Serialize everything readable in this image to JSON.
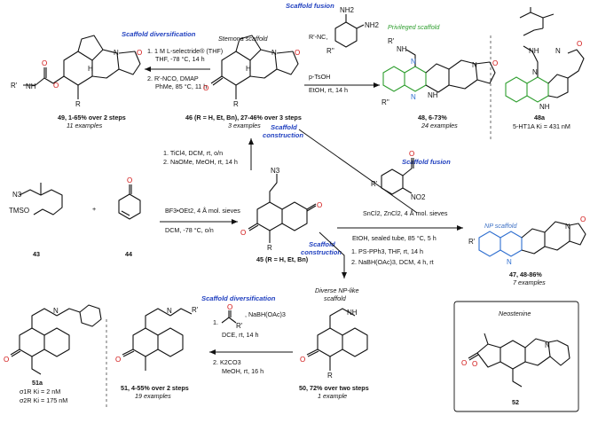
{
  "headers": {
    "scaffold_fusion_top": "Scaffold fusion",
    "scaffold_diversification_top": "Scaffold diversification",
    "stemona_scaffold": "Stemona scaffold",
    "privileged_scaffold": "Privileged scaffold",
    "scaffold_construction_mid": "Scaffold",
    "scaffold_construction_mid2": "construction",
    "scaffold_fusion_mid": "Scaffold fusion",
    "np_scaffold": "NP scaffold",
    "scaffold_construction_low": "Scaffold",
    "scaffold_construction_low2": "construction",
    "diverse_np_like": "Diverse NP-like",
    "diverse_np_like2": "scaffold",
    "scaffold_diversification_bottom": "Scaffold diversification",
    "neostenine": "Neostenine"
  },
  "conditions": {
    "c49_1": "1. 1 M L-selectride® (THF)",
    "c49_2": "THF, -78 °C, 14 h",
    "c49_3": "2. R'-NCO, DMAP",
    "c49_4": "PhMe, 85 °C, 11 h",
    "c48_1": "R'-NC,",
    "c48_2": "p-TsOH",
    "c48_3": "EtOH, rt, 14 h",
    "c46_1": "1. TiCl4, DCM, rt, o/n",
    "c46_2": "2. NaOMe, MeOH, rt, 14 h",
    "c45_1": "BF3•OEt2, 4 Å mol. sieves",
    "c45_2": "DCM, -78 °C, o/n",
    "c47_1": "SnCl2, ZnCl2, 4 Å mol. sieves",
    "c47_2": "EtOH, sealed tube, 85 °C, 5 h",
    "c50_1": "1. PS-PPh3, THF, rt, 14 h",
    "c50_2": "2. NaBH(OAc)3, DCM, 4 h, rt",
    "c51_1": "1.",
    "c51_2": ", NaBH(OAc)3",
    "c51_3": "DCE, rt, 14 h",
    "c51_4": "2. K2CO3",
    "c51_5": "MeOH, rt, 16 h"
  },
  "compounds": {
    "c49_label": "49, 1-65% over 2 steps",
    "c49_sub": "11 examples",
    "c46_label": "46 (R = H, Et, Bn), 27-46% over 3 steps",
    "c46_sub": "3 examples",
    "c48_label": "48, 6-73%",
    "c48_sub": "24 examples",
    "c48a_label": "48a",
    "c48a_sub": "5-HT1A Ki = 431 nM",
    "c43_label": "43",
    "c44_label": "44",
    "c45_label": "45 (R = H, Et, Bn)",
    "c47_label": "47, 48-86%",
    "c47_sub": "7 examples",
    "c51a_label": "51a",
    "c51a_sub1": "σ1R Ki = 2 nM",
    "c51a_sub2": "σ2R Ki = 175 nM",
    "c51_label": "51, 4-55% over 2 steps",
    "c51_sub": "19 examples",
    "c50_label": "50, 72% over two steps",
    "c50_sub": "1 example",
    "c52_label": "52",
    "plus": "+"
  },
  "atoms": {
    "N": "N",
    "O": "O",
    "H": "H",
    "R": "R",
    "NH": "NH",
    "NH2": "NH2",
    "N3": "N3",
    "TMSO": "TMSO",
    "Rp": "R'",
    "Rpp": "R''",
    "NO2": "NO2"
  }
}
